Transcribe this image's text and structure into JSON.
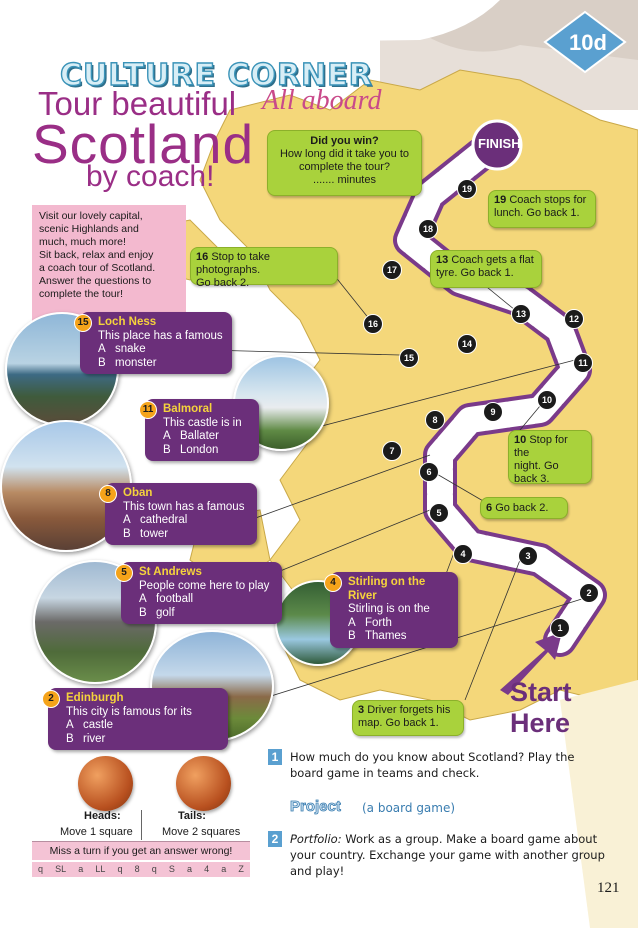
{
  "header": {
    "section_title": "CULTURE CORNER",
    "headline_1": "Tour beautiful",
    "headline_2": "Scotland",
    "headline_3": "by coach!",
    "subtitle": "All aboard",
    "unit_badge": "10d"
  },
  "intro": {
    "lines": [
      "Visit our lovely capital,",
      "scenic Highlands and",
      "much, much more!",
      "Sit back, relax and enjoy",
      "a coach tour of Scotland.",
      "Answer the questions to",
      "complete the tour!"
    ]
  },
  "finish_label": "FINISH",
  "win_box": {
    "title": "Did you win?",
    "line1": "How long did it take you to",
    "line2": "complete the tour?",
    "line3": "....... minutes"
  },
  "instructions": [
    {
      "num": "19",
      "text1": "Coach stops for",
      "text2": "lunch. Go back 1."
    },
    {
      "num": "16",
      "text1": "Stop to take photographs.",
      "text2": "Go back 2."
    },
    {
      "num": "13",
      "text1": "Coach gets a flat",
      "text2": "tyre. Go back 1."
    },
    {
      "num": "10",
      "text1": "Stop for the",
      "text2": "night. Go",
      "text3": "back 3."
    },
    {
      "num": "6",
      "text1": "Go back 2."
    },
    {
      "num": "3",
      "text1": "Driver forgets his",
      "text2": "map. Go back 1."
    }
  ],
  "questions": [
    {
      "num": "15",
      "title": "Loch Ness",
      "question": "This place has a famous",
      "a": "snake",
      "b": "monster"
    },
    {
      "num": "11",
      "title": "Balmoral",
      "question": "This castle is in",
      "a": "Ballater",
      "b": "London"
    },
    {
      "num": "8",
      "title": "Oban",
      "question": "This town has a famous",
      "a": "cathedral",
      "b": "tower"
    },
    {
      "num": "5",
      "title": "St Andrews",
      "question": "People come here to play",
      "a": "football",
      "b": "golf"
    },
    {
      "num": "4",
      "title": "Stirling on the River",
      "question": "Stirling is on the",
      "a": "Forth",
      "b": "Thames"
    },
    {
      "num": "2",
      "title": "Edinburgh",
      "question": "This city is famous for its",
      "a": "castle",
      "b": "river"
    }
  ],
  "option_letters": {
    "a": "A",
    "b": "B"
  },
  "squares": [
    "1",
    "2",
    "3",
    "4",
    "5",
    "6",
    "7",
    "8",
    "9",
    "10",
    "11",
    "12",
    "13",
    "14",
    "15",
    "16",
    "17",
    "18",
    "19"
  ],
  "start_label": "Start Here",
  "coins": {
    "heads_label": "Heads:",
    "heads_move": "Move 1 square",
    "tails_label": "Tails:",
    "tails_move": "Move 2 squares",
    "miss_turn": "Miss a turn if you get an answer wrong!",
    "upside_down_row": [
      "q",
      "SL",
      "a",
      "LL",
      "q",
      "8",
      "q",
      "S",
      "a",
      "4",
      "a",
      "Z"
    ]
  },
  "tasks": {
    "task1_num": "1",
    "task1_line1": "How much do you know about Scotland? Play the",
    "task1_line2": "board game in teams and check.",
    "project_label": "Project",
    "project_sub": "(a board game)",
    "task2_num": "2",
    "task2_lead": "Portfolio:",
    "task2_line1": " Work as a group. Make a board game about",
    "task2_line2": "your country. Exchange your game with another group",
    "task2_line3": "and play!"
  },
  "page_number": "121",
  "colors": {
    "purple": "#6b2f7a",
    "green": "#a9d23c",
    "orange": "#f5a31a",
    "map": "#f4d77a",
    "path": "#7a3a8a",
    "blue": "#5aa0d0"
  }
}
